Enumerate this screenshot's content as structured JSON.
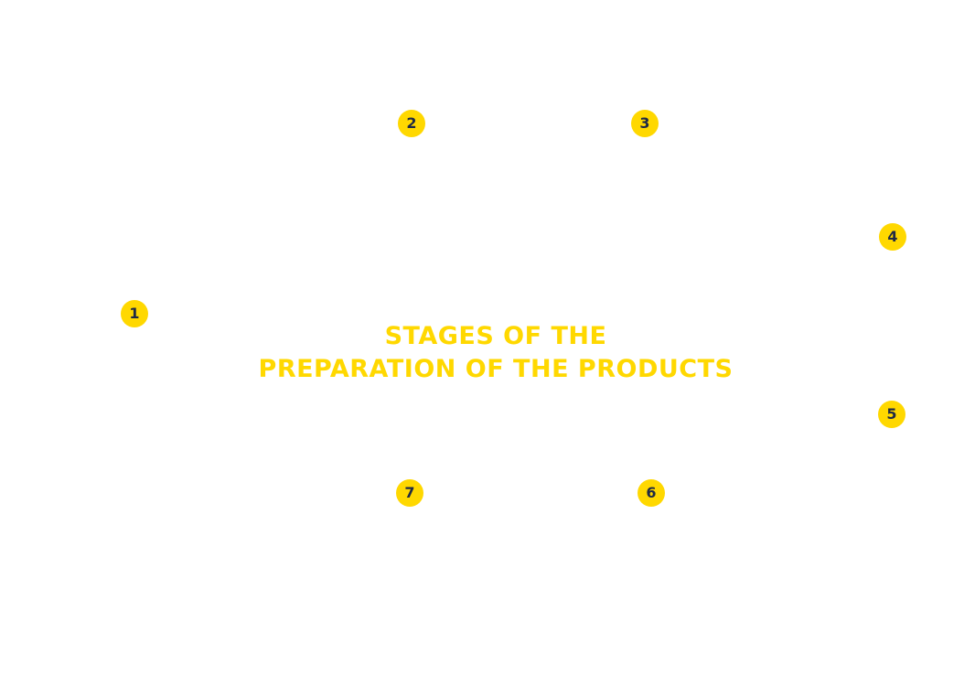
{
  "title": {
    "line1": "STAGES OF THE",
    "line2": "PREPARATION OF THE PRODUCTS"
  },
  "stages": [
    "1",
    "2",
    "3",
    "4",
    "5",
    "6",
    "7"
  ],
  "colors": {
    "accent": "#FFD800",
    "marker_text": "#1F2A44",
    "background": "#FFFFFF"
  }
}
